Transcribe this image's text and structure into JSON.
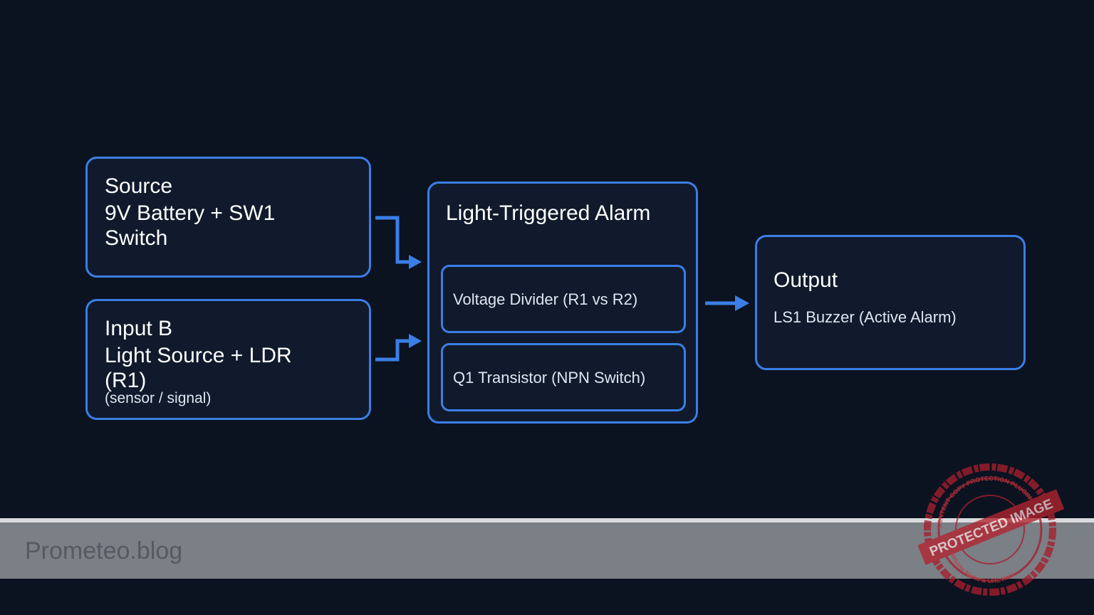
{
  "source": {
    "title": "Source",
    "line1": "9V Battery + SW1",
    "line2": "Switch"
  },
  "input_b": {
    "title": "Input B",
    "line1": "Light Source + LDR",
    "line2": "(R1)",
    "note": "(sensor / signal)"
  },
  "alarm": {
    "title": "Light-Triggered Alarm",
    "block1": "Voltage Divider (R1 vs R2)",
    "block2": "Q1 Transistor (NPN Switch)"
  },
  "output": {
    "title": "Output",
    "detail": "LS1 Buzzer (Active Alarm)"
  },
  "footer": {
    "brand": "Prometeo.blog"
  },
  "watermark": {
    "main": "PROTECTED IMAGE",
    "top": "CONTENT COPY PROTECTION PLUGIN",
    "bottom": "My Website Name & URL Here"
  },
  "colors": {
    "background": "#0b1220",
    "accent": "#3b7ee6",
    "box_fill": "#101a2c",
    "stamp": "#a5202c"
  }
}
